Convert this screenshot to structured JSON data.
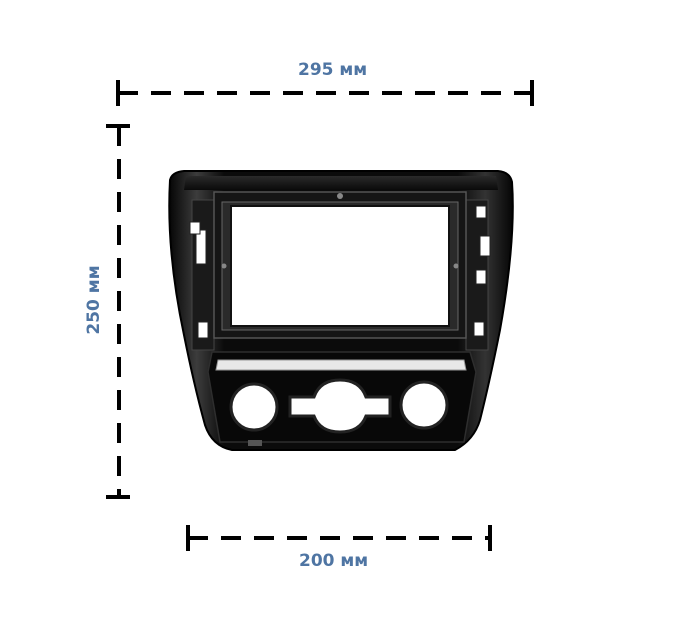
{
  "dimensions": {
    "width_label": "295 мм",
    "height_label": "250 мм",
    "bottom_width_label": "200 мм"
  },
  "colors": {
    "dimension_text": "#4f75a3",
    "dimension_line": "#000000",
    "frame_body": "#0c0c0c",
    "frame_highlight": "#3a3a3a",
    "background": "#ffffff"
  },
  "product": {
    "icon": "car-radio-frame-icon"
  }
}
